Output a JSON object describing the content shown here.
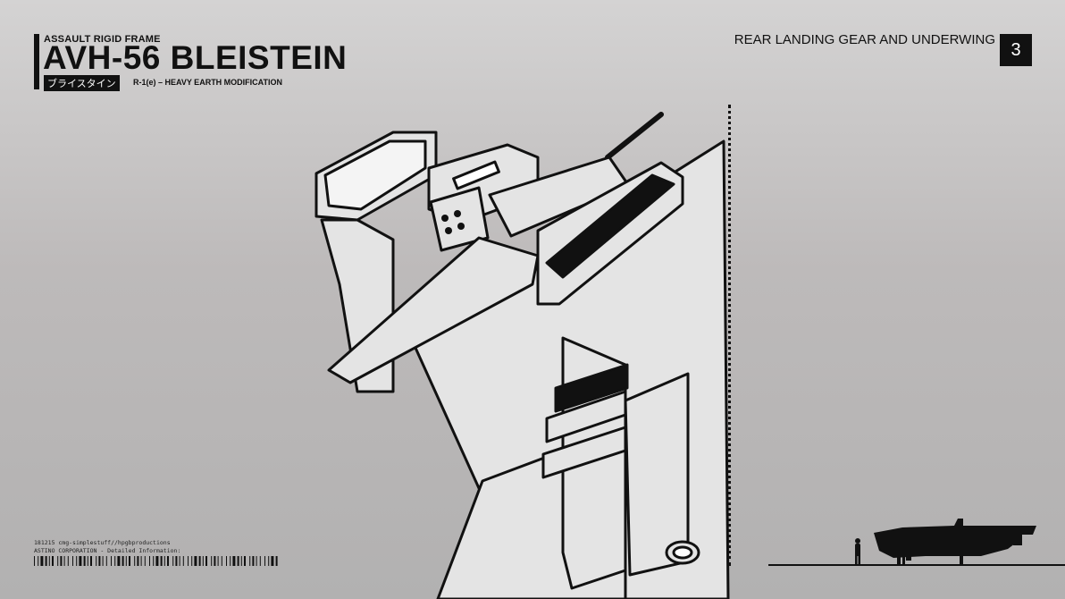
{
  "header": {
    "subtitle": "ASSAULT RIGID FRAME",
    "title": "AVH-56 BLEISTEIN",
    "japanese_name": "ブライスタイン",
    "variant": "R-1(e) – HEAVY EARTH MODIFICATION"
  },
  "section": {
    "title": "REAR LANDING GEAR AND UNDERWING",
    "page_number": "3"
  },
  "footer": {
    "credit_line_1": "181215 cmg-simplestuff//hpgbproductions",
    "credit_line_2": "ASTINO CORPORATION - Detailed Information:"
  },
  "colors": {
    "ink": "#111111",
    "panel_fill": "#e4e4e4",
    "background_top": "#d4d3d3",
    "background_bottom": "#b2b1b1"
  }
}
